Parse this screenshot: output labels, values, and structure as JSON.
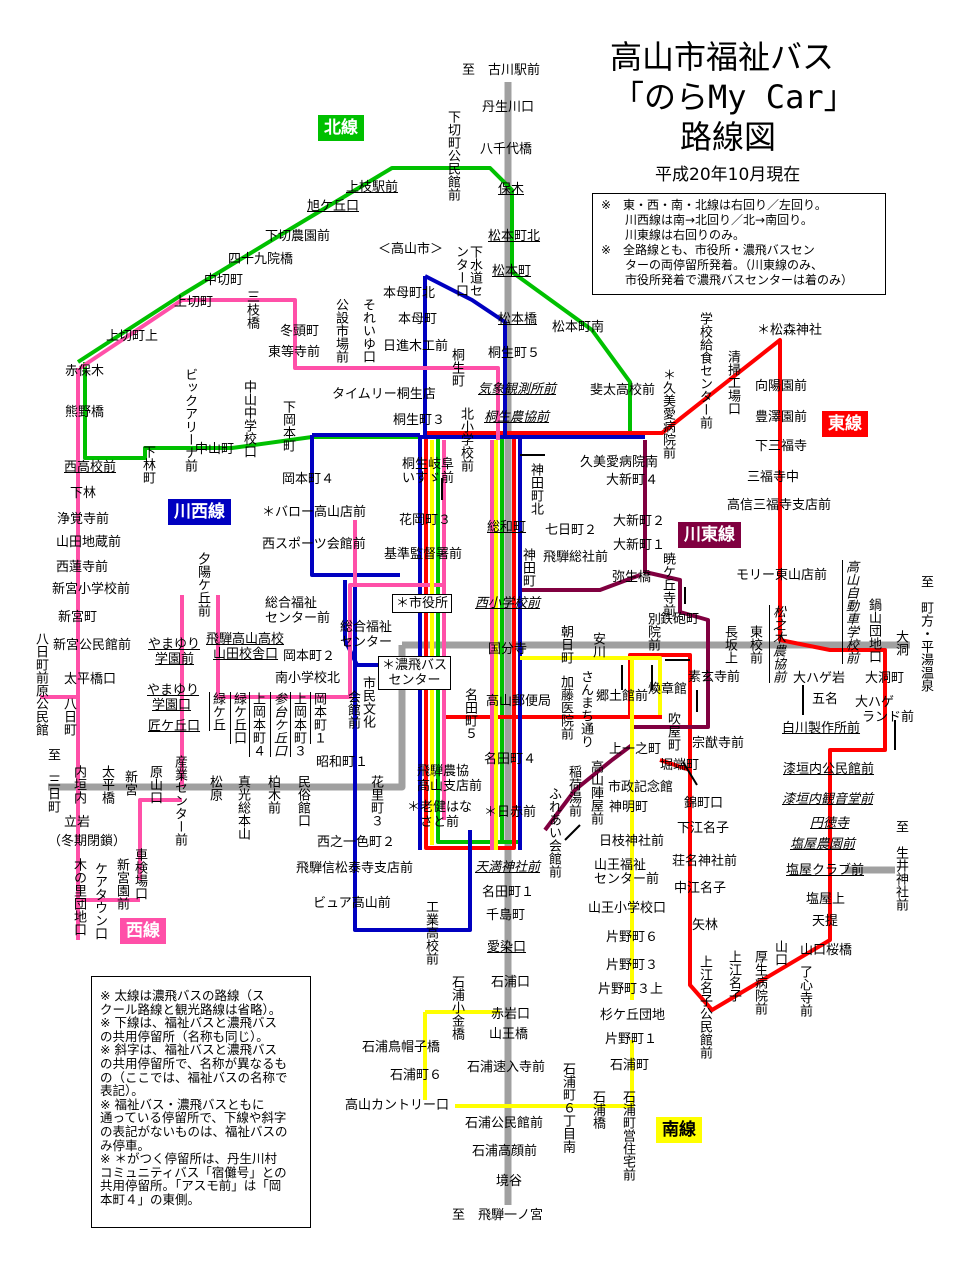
{
  "title": {
    "line1": "高山市福祉バス",
    "line2": "「のらMy Car」",
    "line3": "路線図",
    "as_of": "平成20年10月現在"
  },
  "colors": {
    "north": "#00c000",
    "east": "#ff0000",
    "kawahigashi": "#800040",
    "kawanishi": "#0000c0",
    "west": "#ff50a8",
    "south": "#ffff00",
    "nohi": "#a0a0a0"
  },
  "route_labels": {
    "north": "北線",
    "east": "東線",
    "kawahigashi": "川東線",
    "kawanishi": "川西線",
    "west": "西線",
    "south": "南線"
  },
  "notes_top": [
    "※　東・西・南・北線は右回り／左回り。",
    "　　川西線は南→北回り／北→南回り。",
    "　　川東線は右回りのみ。",
    "※　全路線とも、市役所・濃飛バスセン",
    "　　ターの両停留所発着。（川東線のみ、",
    "　　市役所発着で濃飛バスセンターは着のみ）"
  ],
  "notes_bottom": [
    "※ 太線は濃飛バスの路線（ス",
    "クール路線と観光路線は省略）。",
    "※ 下線は、福祉バスと濃飛バス",
    "の共用停留所（名称も同じ）。",
    "※ 斜字は、福祉バスと濃飛バス",
    "の共用停留所で、名称が異なるも",
    "の（ここでは、福祉バスの名称で",
    "表記）。",
    "※ 福祉バス・濃飛バスともに",
    "通っている停留所で、下線や斜字",
    "の表記がないものは、福祉バスの",
    "み停車。",
    "※ ＊がつく停留所は、丹生川村",
    "コミュニティバス「宿儺号」との",
    "共用停留所。「アスモ前」は「岡",
    "本町４」の東側。"
  ],
  "terminals": {
    "city_hall": "＊市役所",
    "bus_center_1": "＊濃飛バス",
    "bus_center_2": "センター"
  },
  "stops": [
    "至　古川駅前",
    "丹生川口",
    "八千代橋",
    "保木",
    "松本町北",
    "松本町",
    "松本橋",
    "桐生町５",
    "気象観測所前",
    "桐生農協前",
    "下切町公民館前",
    "下水道セ",
    "ンター口",
    "＜高山市＞",
    "本母町北",
    "本母町",
    "日進木工前",
    "桐生町",
    "それいゆ口",
    "公設市場前",
    "冬頭町",
    "東等寺前",
    "タイムリー桐生店",
    "桐生町３",
    "北小学校前",
    "桐生岐阜",
    "いすゞ前",
    "花岡町３",
    "基準監督署前",
    "神田町北",
    "総和町",
    "神田町",
    "七日町２",
    "飛騨総社前",
    "西小学校前",
    "国分寺",
    "高山郵便局",
    "名田町５",
    "名田町４",
    "＊日赤前",
    "天満神社前",
    "名田町１",
    "千島町",
    "愛染口",
    "石浦口",
    "赤岩口",
    "山王橋",
    "石浦速入寺前",
    "石浦公民館前",
    "石浦高顔前",
    "境谷",
    "至　飛騨一ノ宮",
    "石浦小金橋",
    "石浦鳥帽子橋",
    "石浦町６",
    "高山カントリー口",
    "石浦町６丁目南",
    "石浦橋",
    "石浦町営住宅前",
    "片野町１",
    "石浦町",
    "杉ケ丘団地",
    "片野町３上",
    "片野町３",
    "片野町６",
    "山王小学校口",
    "山王福祉",
    "センター前",
    "日枝神社前",
    "神明町",
    "市政記念館",
    "上一之町",
    "高山陣屋前",
    "稲荷湯前",
    "ふれあい会館前",
    "加藤医院前",
    "さんまち通り",
    "郷土館前",
    "安川",
    "朝日町",
    "煥章館",
    "素玄寺前",
    "吹屋町",
    "宗猷寺前",
    "堀端町",
    "錦町口",
    "下江名子",
    "荘名神社前",
    "中江名子",
    "矢林",
    "上江名子公民館前",
    "上江名子",
    "厚生病院前",
    "山口",
    "了心寺前",
    "山口桜橋",
    "天提",
    "塩屋上",
    "塩屋クラブ前",
    "塩屋農園前",
    "円徳寺",
    "漆垣内観音堂前",
    "漆垣内公民館前",
    "白川製作所前",
    "大ハゲ岩",
    "五名",
    "大ハゲ",
    "ランド前",
    "大洞町",
    "至　生井神社前",
    "至　町方・平湯温泉",
    "大洞",
    "鍋山団地口",
    "高山自動車学校前",
    "松之木農協前",
    "東校前",
    "長坂上",
    "モリー東山店前",
    "高信三福寺支店前",
    "三福寺中",
    "下三福寺",
    "豊澤園前",
    "向陽園前",
    "＊松森神社",
    "清掃工場口",
    "学校給食センター前",
    "＊久美愛病院前",
    "斐太高校前",
    "松本町南",
    "久美愛病院南",
    "大新町４",
    "大新町２",
    "大新町１",
    "弥生橋",
    "暁ケ丘寺前",
    "別院前",
    "鉄砲町",
    "上枝駅前",
    "旭ケ丘口",
    "下切農園前",
    "四十九院橋",
    "中切町",
    "上切町",
    "上切町上",
    "赤保木",
    "熊野橋",
    "西高校前",
    "下林",
    "浄覚寺前",
    "山田地蔵前",
    "西蓮寺前",
    "新宮小学校前",
    "新宮町",
    "新宮公民館前",
    "太平橋口",
    "三枝橋",
    "ビックアリーナ前",
    "下林町",
    "中山町",
    "中山中学校口",
    "下岡本町",
    "岡本町４",
    "＊バロー高山店前",
    "西スポーツ会館前",
    "総合福祉",
    "センター前",
    "総合福祉",
    "センター",
    "岡本町２",
    "南小学校北",
    "夕陽ケ丘前",
    "飛騨高山高校",
    "山田校舎口",
    "やまゆり",
    "学園前",
    "やまゆり",
    "学園口",
    "匠ケ丘口",
    "緑ケ丘",
    "緑ケ丘口",
    "上岡本町４",
    "参台ケ丘口",
    "上岡本町３",
    "岡本町１",
    "市民文化",
    "会館前",
    "昭和町１",
    "花里町３",
    "西之一色町２",
    "飛騨信松泰寺支店前",
    "ビュア高山前",
    "工業高校前",
    "飛騨農協",
    "高山支店前",
    "＊老健はな",
    "さと前",
    "八日町前原公民館",
    "八日町",
    "至　三日町",
    "内垣内",
    "太平橋",
    "新宮",
    "原山口",
    "産業センター前",
    "松原",
    "真光総本山",
    "柏木前",
    "民俗館口",
    "立岩",
    "（冬期閉鎖）",
    "木の里団地口",
    "ケアタウン口",
    "新宮園前",
    "車検場口"
  ]
}
